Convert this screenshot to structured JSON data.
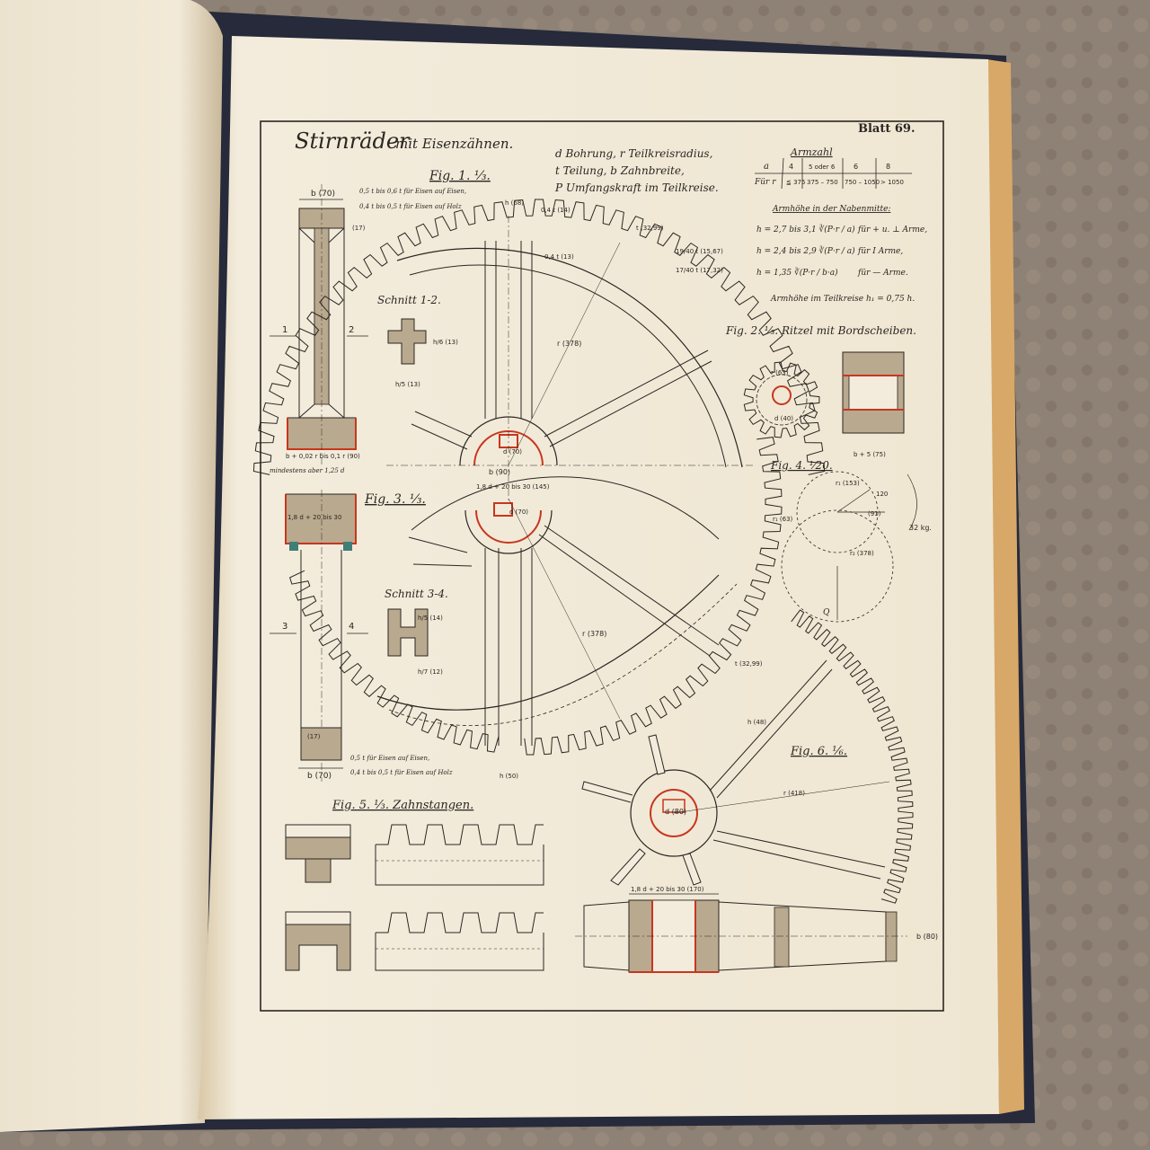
{
  "header": {
    "title": "Stirnräder",
    "title_suffix": "mit Eisenzähnen.",
    "sheet_label": "Blatt 69.",
    "legend": [
      "d Bohrung, r Teilkreisradius,",
      "t Teilung, b Zahnbreite,",
      "P Umfangskraft im Teilkreise."
    ]
  },
  "armzahl": {
    "heading": "Armzahl",
    "row_a_label": "a",
    "row_a_values": [
      "4",
      "5 oder 6",
      "6",
      "8"
    ],
    "row_r_label": "Für r",
    "row_r_values": [
      "≦ 375",
      "375 – 750",
      "750 – 1050",
      "> 1050"
    ],
    "hub_heading": "Armhöhe in der Nabenmitte:",
    "formulas": [
      {
        "expr": "h = 2,7 bis 3,1 ∛(P·r / a)",
        "note": "für + u. ⊥ Arme,"
      },
      {
        "expr": "h = 2,4 bis 2,9 ∛(P·r / a)",
        "note": "für I Arme,"
      },
      {
        "expr": "h = 1,35 ∛(P·r / b·a)",
        "note": "für — Arme."
      }
    ],
    "rim_formula": "Armhöhe im Teilkreise h₁ = 0,75 h."
  },
  "fig1": {
    "label": "Fig. 1. ⅓.",
    "width_dim": "b (70)",
    "note_top_1": "0,5 t bis 0,6 t für Eisen auf Eisen,",
    "note_top_2": "0,4 t bis 0,5 t für Eisen auf Holz",
    "dim_17": "(17)",
    "section_marks": [
      "1",
      "2"
    ],
    "bottom_dim": "b + 0,02 r bis 0,1 r (90)",
    "bottom_note": "mindestens aber 1,25 d"
  },
  "fig1_wheel": {
    "dim_h": "h (68)",
    "dim_04": "0,4 t (14)",
    "dim_t": "t (32,99)",
    "dim_teeth_1": "19/40 t (15,67)",
    "dim_teeth_2": "17/40 t (17,32)",
    "dim_04b": "0,4 t (13)",
    "radius": "r (378)",
    "bore": "d (70)",
    "hub_b": "b (90)",
    "hub_dim": "1,8 d + 20 bis 30 (145)"
  },
  "schnitt12": {
    "label": "Schnitt 1-2.",
    "dim_1": "h/6 (13)",
    "dim_2": "h/5 (13)"
  },
  "fig2": {
    "label": "Fig. 2. ⅓. Ritzel mit Bordscheiben.",
    "radius": "r (63)",
    "bore": "d (40)",
    "dim": "b + 5 (75)"
  },
  "fig3": {
    "label": "Fig. 3. ⅓.",
    "top_dim": "1,8 d + 20 bis 30",
    "bore": "d (70)",
    "section_marks": [
      "3",
      "4"
    ],
    "radius": "r (378)",
    "dim_t": "t (32,99)",
    "dim_17": "(17)",
    "note_1": "0,5 t für Eisen auf Eisen,",
    "note_2": "0,4 t bis 0,5 t für Eisen auf Holz",
    "bottom_dim": "b (70)",
    "h_dim": "h (50)"
  },
  "schnitt34": {
    "label": "Schnitt 3-4.",
    "dim_1": "h/5 (14)",
    "dim_2": "h/7 (12)"
  },
  "fig4": {
    "label": "Fig. 4. ⅟20.",
    "r1": "r₁ (63)",
    "r2": "r₂ (378)",
    "r_top": "r₁ (153)",
    "r_mid": "(91)",
    "angle": "120",
    "force": "32 kg.",
    "q": "Q"
  },
  "fig5": {
    "label": "Fig. 5. ⅓. Zahnstangen."
  },
  "fig6": {
    "label": "Fig. 6. ⅙.",
    "h_dim": "h (48)",
    "radius": "r (418)",
    "bore": "d (80)",
    "hub_dim": "1,8 d + 20 bis 30 (170)",
    "b_dim": "b (80)"
  },
  "colors": {
    "paper": "#f3ecdc",
    "ink": "#2a2622",
    "tan": "#b9a98e",
    "red": "#c8361e",
    "teal": "#3f7f78",
    "background": "#8b7e72",
    "cover": "#262a3a",
    "page_edge": "#d7a868"
  }
}
